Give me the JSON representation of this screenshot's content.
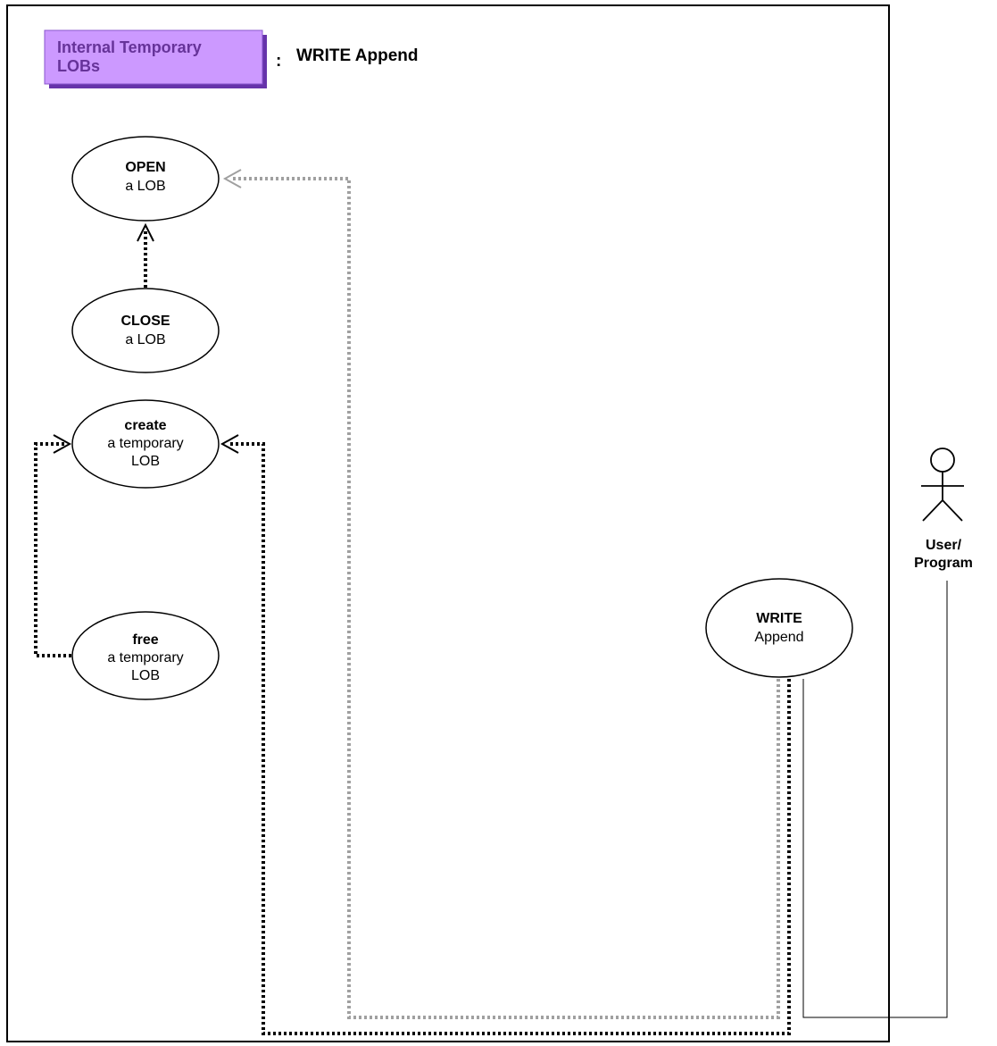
{
  "header": {
    "tab_line1": "Internal Temporary",
    "tab_line2": "LOBs",
    "separator": ":",
    "title": "WRITE Append",
    "tab_color": "#cc99ff",
    "tab_text_color": "#663399"
  },
  "use_cases": {
    "open": {
      "bold": "OPEN",
      "line1": "a LOB"
    },
    "close": {
      "bold": "CLOSE",
      "line1": "a LOB"
    },
    "create": {
      "bold": "create",
      "line1": "a temporary",
      "line2": "LOB"
    },
    "free": {
      "bold": "free",
      "line1": "a temporary",
      "line2": "LOB"
    },
    "write": {
      "bold": "WRITE",
      "line1": "Append"
    }
  },
  "actor": {
    "line1": "User/",
    "line2": "Program"
  },
  "colors": {
    "dependency_required": "#000000",
    "dependency_optional": "#a0a0a0"
  }
}
